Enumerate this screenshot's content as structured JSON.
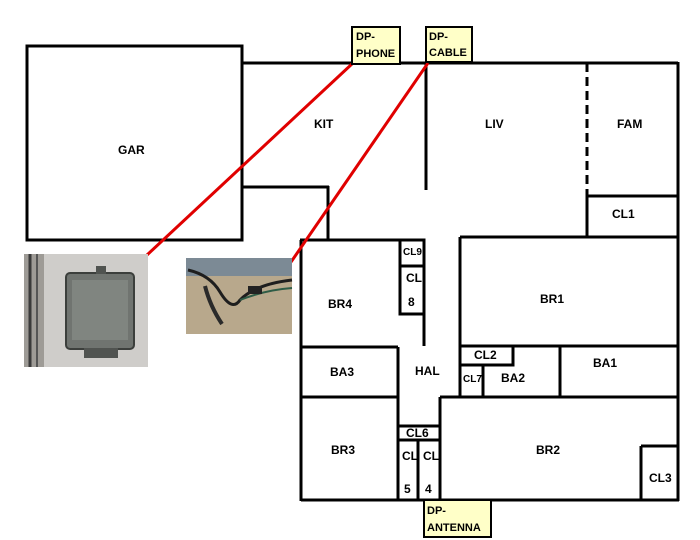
{
  "rooms": {
    "gar": "GAR",
    "kit": "KIT",
    "liv": "LIV",
    "fam": "FAM",
    "cl1": "CL1",
    "br4": "BR4",
    "cl9": "CL9",
    "cl8_a": "CL",
    "cl8_b": "8",
    "br1": "BR1",
    "cl2": "CL2",
    "cl7": "CL7",
    "ba2": "BA2",
    "ba1": "BA1",
    "ba3": "BA3",
    "hal": "HAL",
    "br3": "BR3",
    "cl6": "CL6",
    "cl5_a": "CL",
    "cl5_b": "5",
    "cl4_a": "CL",
    "cl4_b": "4",
    "br2": "BR2",
    "cl3": "CL3"
  },
  "demarcs": {
    "phone_line1": "DP-",
    "phone_line2": "PHONE",
    "cable_line1": "DP-",
    "cable_line2": "CABLE",
    "antenna_line1": "DP-",
    "antenna_line2": "ANTENNA"
  },
  "colors": {
    "wall": "#000000",
    "connector": "#e00000",
    "label_fill": "#ffffc8"
  },
  "photos": {
    "phone_box": "telephone-junction-box-photo",
    "cable": "cable-wire-photo"
  }
}
